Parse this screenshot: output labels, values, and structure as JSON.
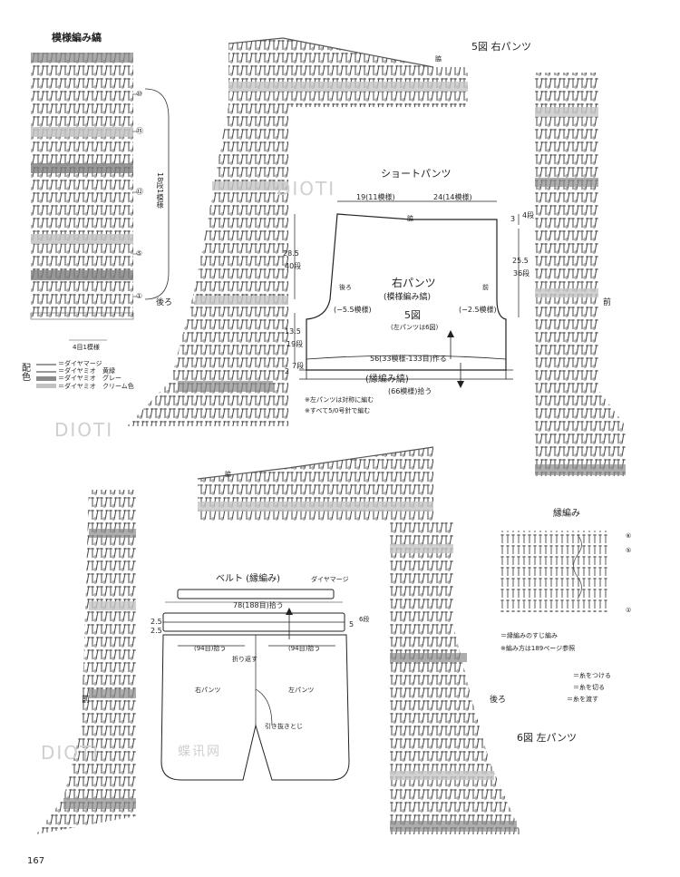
{
  "stitch_pattern": {
    "title": "模様編み縞",
    "repeat_label": "18段1模様",
    "width_label": "4目1模様",
    "row_marks": [
      "⑩",
      "⑮",
      "⑫",
      "⑤",
      "①"
    ]
  },
  "color_key": {
    "label": "配色",
    "items": [
      {
        "symbol": "＝ダイヤマージ",
        "color": ""
      },
      {
        "symbol": "＝ダイヤミオ",
        "color": "黄緑"
      },
      {
        "symbol": "＝ダイヤミオ",
        "color": "グレー"
      },
      {
        "symbol": "＝ダイヤミオ",
        "color": "クリーム色"
      }
    ]
  },
  "fig5": {
    "title": "5図 右パンツ",
    "back_label": "後ろ",
    "front_label": "前",
    "side_label": "脇"
  },
  "shorts": {
    "title": "ショートパンツ",
    "top_left": "19(11模様)",
    "top_right": "24(14模様)",
    "side": "脇",
    "left_total": "28.5",
    "left_total_rows": "40段",
    "right_top": "3",
    "right_top_rows": "4段",
    "right_mid": "25.5",
    "right_mid_rows": "36段",
    "left_low": "13.5",
    "left_low_rows": "19段",
    "left_bottom": "2",
    "left_bottom_rows": "7段",
    "back": "後ろ",
    "front": "前",
    "piece_name": "右パンツ",
    "pattern": "(模様編み縞)",
    "fig_ref": "5図",
    "note_left": "(左パンツは6図)",
    "left_dec": "(−5.5模様)",
    "right_dec": "(−2.5模様)",
    "chain": "56(33模様-133目)作る",
    "edging": "(縁編み縞)",
    "pickup": "(66模様)拾う",
    "notes": [
      "※左パンツは対称に編む",
      "※すべて5/0号針で編む"
    ]
  },
  "belt": {
    "title": "ベルト (縁編み)",
    "yarn": "ダイヤマージ",
    "length": "78(188目)拾う",
    "h1": "2.5",
    "h2": "2.5",
    "rows": "5",
    "rows_label": "6段",
    "pick_left": "(94目)拾う",
    "pick_right": "(94目)拾う",
    "fold": "折り返す",
    "right_pants": "右パンツ",
    "left_pants": "左パンツ",
    "seam": "引き抜きとじ"
  },
  "edging_chart": {
    "title": "縁編み",
    "legend1": "＝縁編みのすじ編み",
    "legend2": "※編み方は189ページ参照",
    "row_marks": [
      "⑥",
      "⑤",
      "①"
    ]
  },
  "symbols_legend": [
    "＝糸をつける",
    "＝糸を切る",
    "＝糸を渡す"
  ],
  "fig6": {
    "title": "6図 左パンツ",
    "back_label": "後ろ",
    "front_label": "前",
    "side_label": "脇"
  },
  "page_number": "167",
  "watermarks": [
    "DIOTI",
    "蝶讯网"
  ]
}
